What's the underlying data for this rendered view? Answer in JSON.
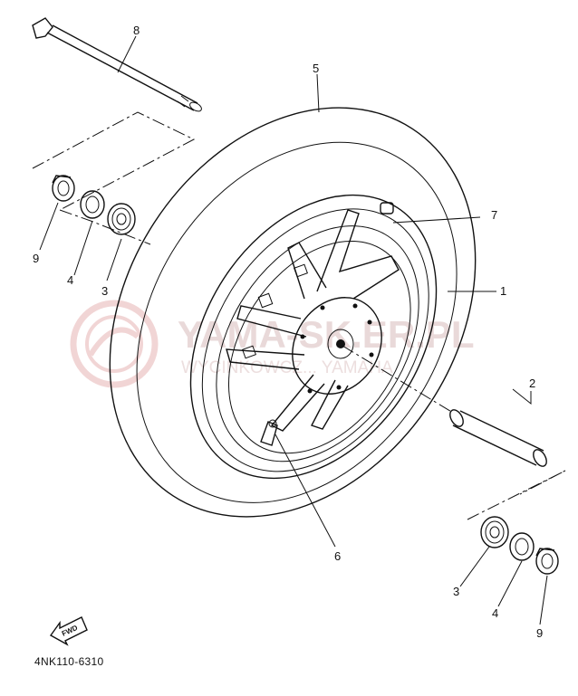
{
  "diagram": {
    "part_code": "4NK110-6310",
    "direction_label": "FWD",
    "watermark": {
      "line1": "YAMA-SK.ER.PL",
      "line2": "WYCINKOWCZ... YAMAHA"
    },
    "callouts": [
      {
        "number": "1",
        "part": "rim"
      },
      {
        "number": "2",
        "part": "collar"
      },
      {
        "number": "3",
        "part": "bearing"
      },
      {
        "number": "3",
        "part": "bearing"
      },
      {
        "number": "4",
        "part": "oil-seal"
      },
      {
        "number": "4",
        "part": "oil-seal"
      },
      {
        "number": "5",
        "part": "tire"
      },
      {
        "number": "6",
        "part": "valve"
      },
      {
        "number": "7",
        "part": "balance-weight"
      },
      {
        "number": "8",
        "part": "axle"
      },
      {
        "number": "9",
        "part": "spacer"
      },
      {
        "number": "9",
        "part": "spacer"
      }
    ]
  }
}
